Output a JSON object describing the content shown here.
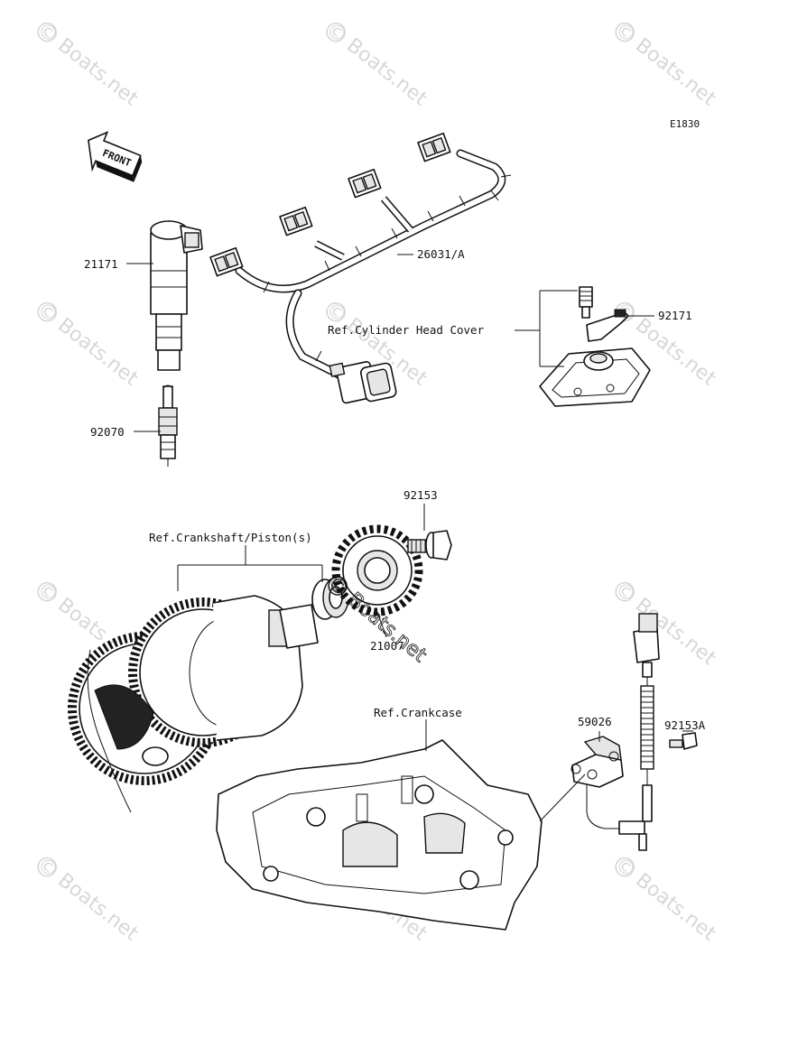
{
  "diagram": {
    "code": "E1830",
    "arrow_label": "FRONT",
    "watermark": "© Boats.net",
    "parts": [
      {
        "id": "ignition-coil",
        "number": "21171"
      },
      {
        "id": "spark-plug",
        "number": "92070"
      },
      {
        "id": "wiring-harness",
        "number": "26031/A"
      },
      {
        "id": "clamp",
        "number": "92171"
      },
      {
        "id": "flange-bolt",
        "number": "92153"
      },
      {
        "id": "rotor",
        "number": "21007"
      },
      {
        "id": "pickup-sensor",
        "number": "59026"
      },
      {
        "id": "bolt-small",
        "number": "92153A"
      }
    ],
    "references": [
      {
        "id": "ref-cylinder-head-cover",
        "text": "Ref.Cylinder Head Cover"
      },
      {
        "id": "ref-crankshaft-piston",
        "text": "Ref.Crankshaft/Piston(s)"
      },
      {
        "id": "ref-crankcase",
        "text": "Ref.Crankcase"
      }
    ]
  }
}
